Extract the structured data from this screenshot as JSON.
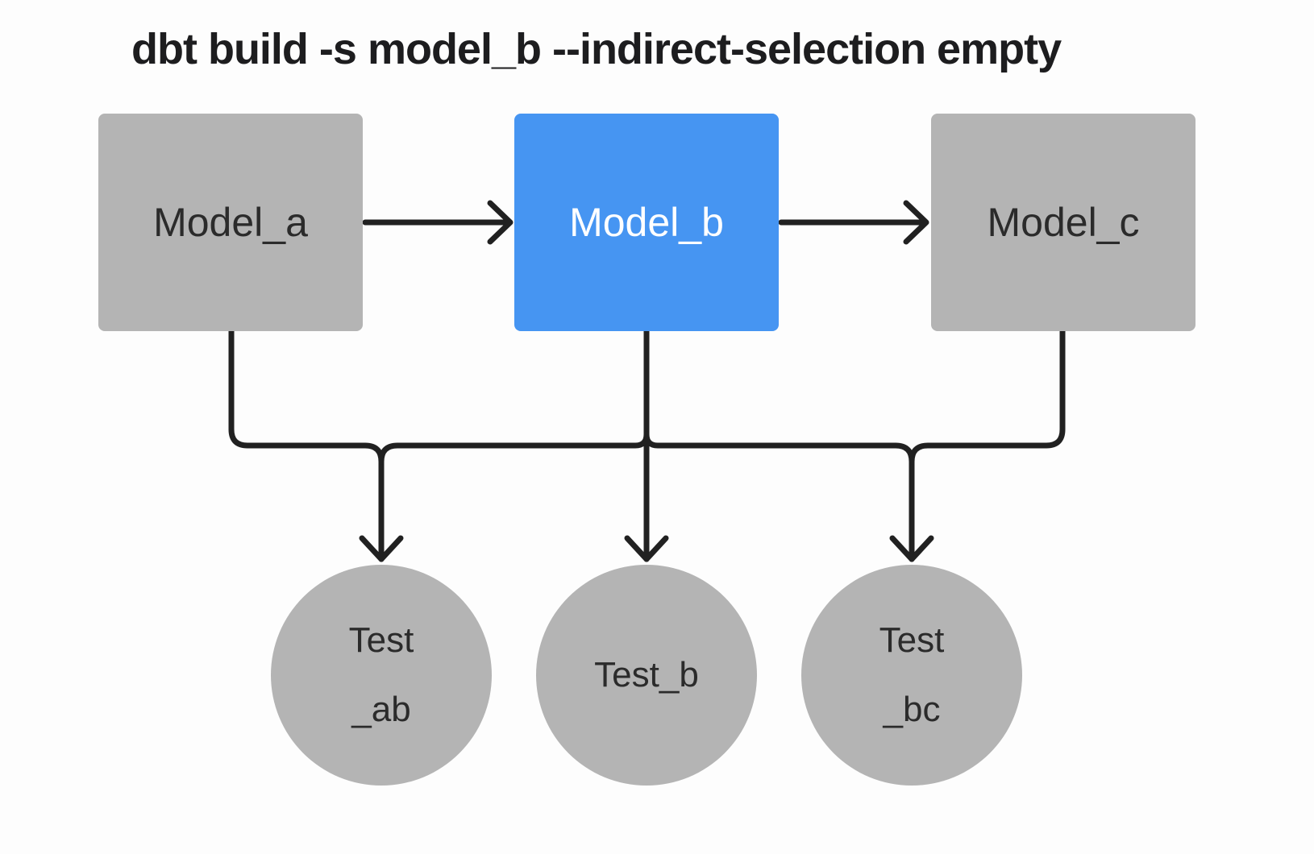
{
  "title": "dbt build -s model_b --indirect-selection empty",
  "diagram": {
    "models": [
      {
        "id": "model_a",
        "label": "Model_a",
        "highlighted": false
      },
      {
        "id": "model_b",
        "label": "Model_b",
        "highlighted": true
      },
      {
        "id": "model_c",
        "label": "Model_c",
        "highlighted": false
      }
    ],
    "tests": [
      {
        "id": "test_ab",
        "label": "Test\n_ab"
      },
      {
        "id": "test_b",
        "label": "Test_b"
      },
      {
        "id": "test_bc",
        "label": "Test\n_bc"
      }
    ],
    "edges": [
      {
        "from": "Model_a",
        "to": "Model_b"
      },
      {
        "from": "Model_b",
        "to": "Model_c"
      },
      {
        "from": "Model_a",
        "to": "Test_ab"
      },
      {
        "from": "Model_b",
        "to": "Test_b"
      },
      {
        "from": "Model_c",
        "to": "Test_bc"
      }
    ]
  },
  "colors": {
    "background": "#fdfdfd",
    "node_gray": "#b4b4b4",
    "accent_blue": "#4695f2",
    "connector": "#212121",
    "text_dark": "#2b2b2b",
    "text_light": "#ffffff",
    "title": "#1d1d1f"
  }
}
